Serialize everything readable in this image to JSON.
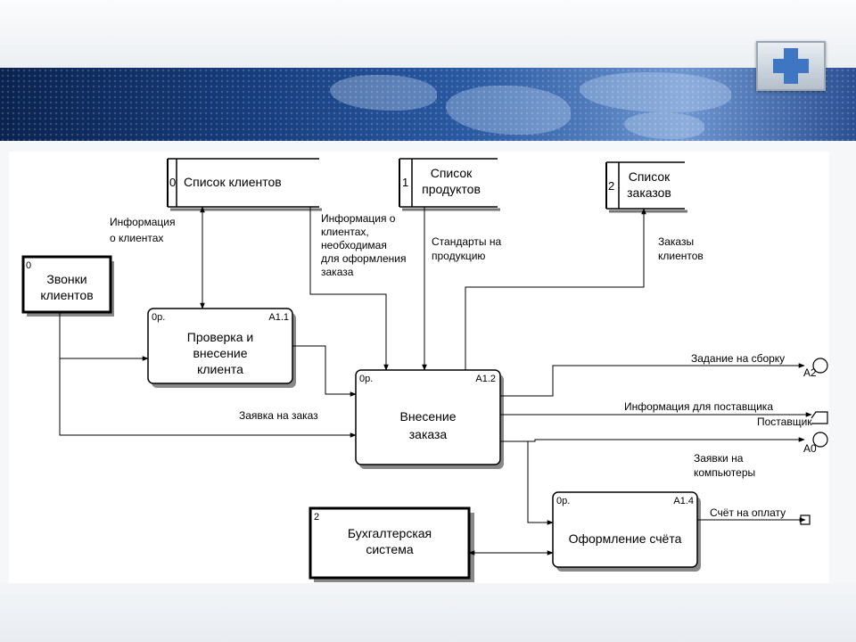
{
  "diagram": {
    "stores": [
      {
        "id": "0",
        "label": "Список клиентов"
      },
      {
        "id": "1",
        "label_lines": [
          "Список",
          "продуктов"
        ]
      },
      {
        "id": "2",
        "label_lines": [
          "Список",
          "заказов"
        ]
      }
    ],
    "externals": [
      {
        "id": "0",
        "label_lines": [
          "Звонки",
          "клиентов"
        ]
      },
      {
        "id": "2",
        "label_lines": [
          "Бухгалтерская",
          "система"
        ]
      }
    ],
    "processes": [
      {
        "cost": "0р.",
        "code": "A1.1",
        "label_lines": [
          "Проверка и",
          "внесение",
          "клиента"
        ]
      },
      {
        "cost": "0р.",
        "code": "A1.2",
        "label_lines": [
          "Внесение",
          "заказа"
        ]
      },
      {
        "cost": "0р.",
        "code": "A1.4",
        "label": "Оформление счёта"
      }
    ],
    "flows": {
      "client_info": [
        "Информация",
        "о клиентах"
      ],
      "client_info_needed": [
        "Информация о",
        "клиентах,",
        "необходимая",
        "для оформления",
        "заказа"
      ],
      "product_standards": [
        "Стандарты на",
        "продукцию"
      ],
      "client_orders": [
        "Заказы",
        "клиентов"
      ],
      "order_request": "Заявка на заказ",
      "assembly_task": "Задание на сборку",
      "supplier_info": "Информация для поставщика",
      "computer_requests": [
        "Заявки на",
        "компьютеры"
      ],
      "invoice": "Счёт на оплату"
    },
    "tunnels": {
      "a2": "A2",
      "supplier": "Поставщик",
      "a0": "A0"
    }
  }
}
